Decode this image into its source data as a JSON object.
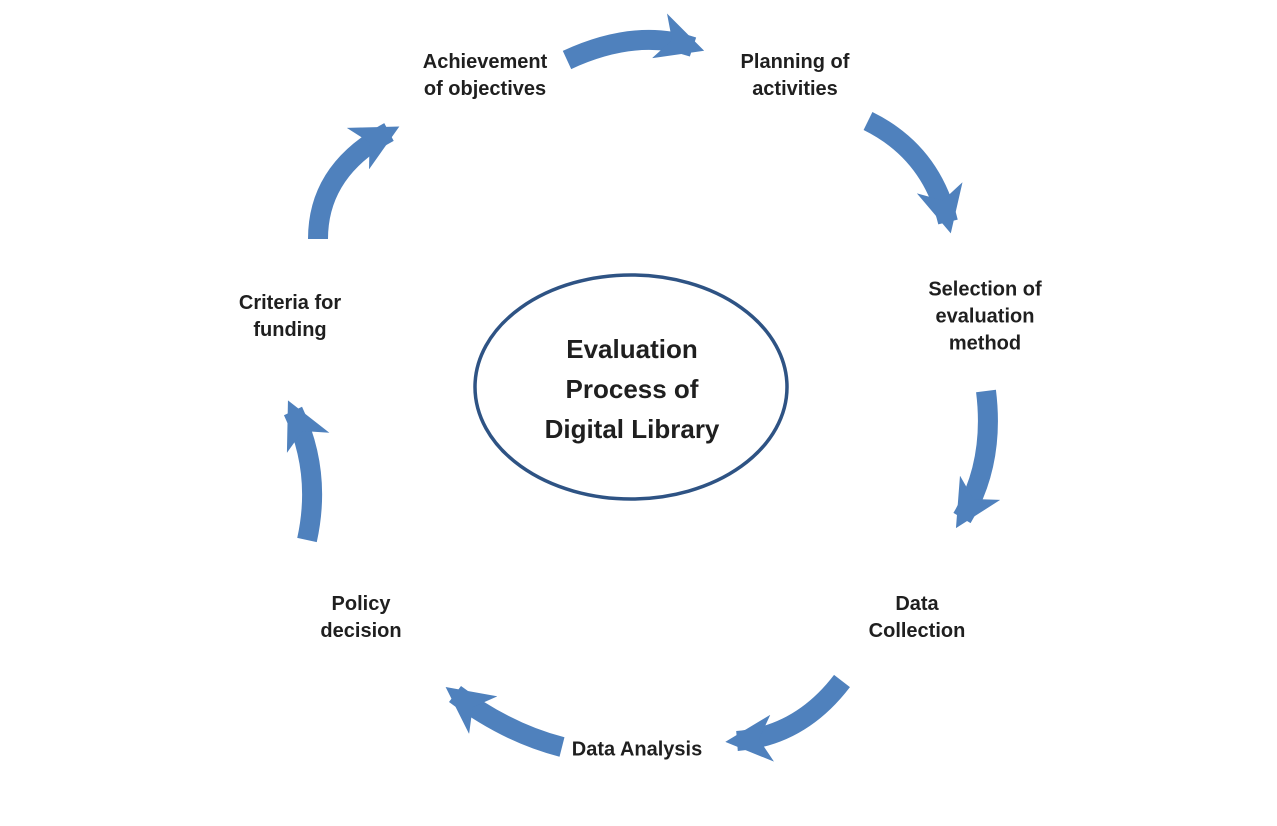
{
  "diagram": {
    "title": "Evaluation Process of Digital Library",
    "center_label": "Evaluation\nProcess of\nDigital Library",
    "flow_direction": "clockwise",
    "steps": [
      {
        "id": "planning",
        "label": "Planning of\nactivities"
      },
      {
        "id": "selection",
        "label": "Selection of\nevaluation\nmethod"
      },
      {
        "id": "data-collection",
        "label": "Data\nCollection"
      },
      {
        "id": "data-analysis",
        "label": "Data Analysis"
      },
      {
        "id": "policy",
        "label": "Policy\ndecision"
      },
      {
        "id": "criteria",
        "label": "Criteria for\nfunding"
      },
      {
        "id": "achievement",
        "label": "Achievement\nof objectives"
      }
    ],
    "colors": {
      "arrow": "#4F81BD",
      "ellipse_stroke": "#2E5384",
      "text": "#1F1F1F",
      "background": "#FFFFFF"
    }
  }
}
